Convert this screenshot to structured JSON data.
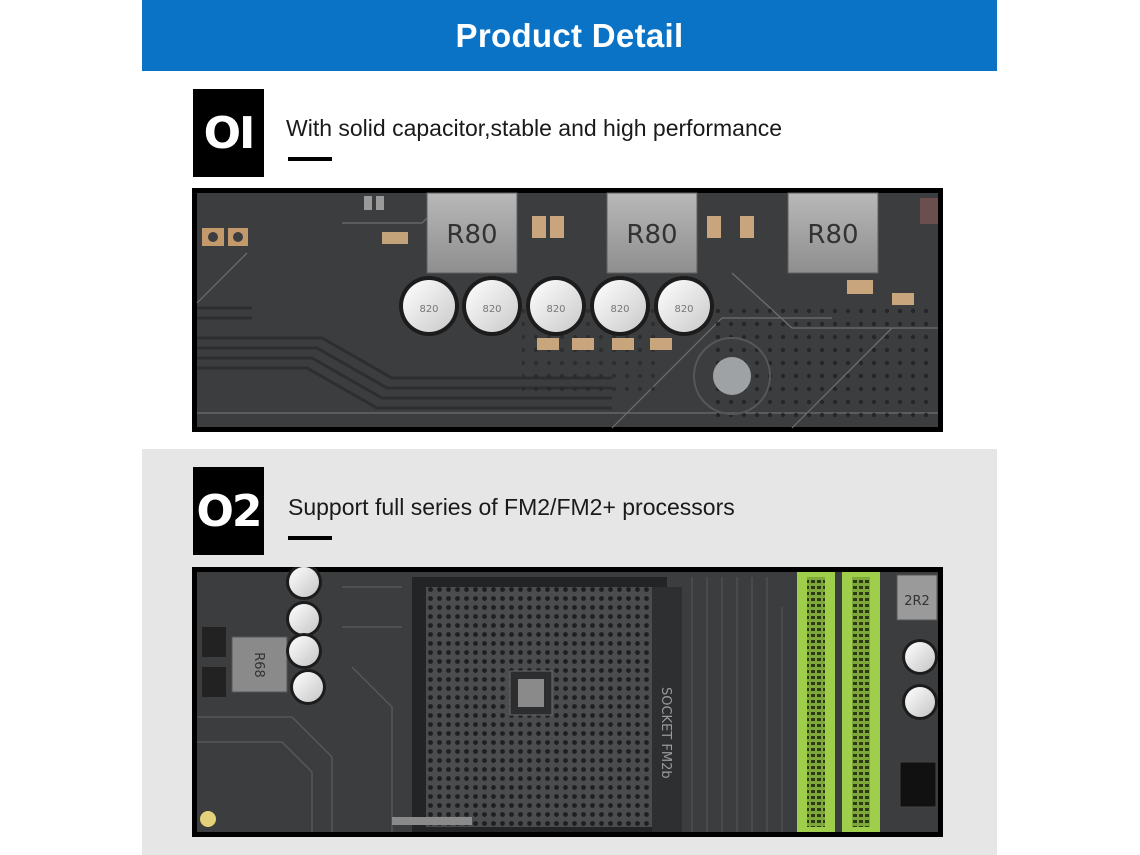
{
  "header": {
    "title": "Product Detail"
  },
  "features": [
    {
      "number": "OI",
      "text": "With solid capacitor,stable and high performance",
      "inductor_label": "R80",
      "capacitor_label": "820"
    },
    {
      "number": "O2",
      "text": "Support full series of FM2/FM2+ processors",
      "socket_label": "SOCKET FM2b",
      "component_label": "2R2"
    }
  ],
  "colors": {
    "header_bg": "#0a73c6",
    "section2_bg": "#e6e6e6",
    "pcb": "#3b3d3f",
    "dimm_slot": "#9fcf4a"
  }
}
